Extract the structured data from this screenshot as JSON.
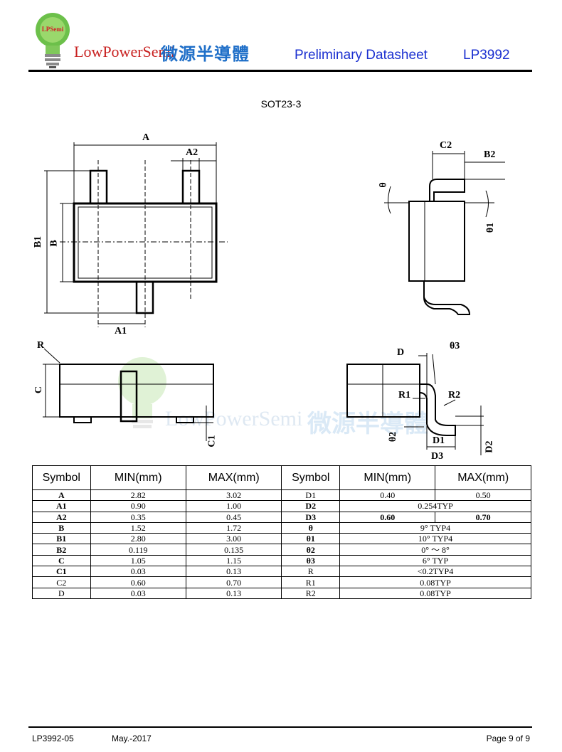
{
  "header": {
    "logo_text": "LPSemi",
    "brand": "LowPowerSemi",
    "brand_cn": "微源半導體",
    "doc_title": "Preliminary Datasheet",
    "part_no": "LP3992"
  },
  "package_title": "SOT23-3",
  "drawing_labels": {
    "A": "A",
    "A1": "A1",
    "A2": "A2",
    "B": "B",
    "B1": "B1",
    "C": "C",
    "C1": "C1",
    "C2": "C2",
    "B2": "B2",
    "R": "R",
    "D": "D",
    "D1": "D1",
    "D2": "D2",
    "D3": "D3",
    "R1": "R1",
    "R2": "R2",
    "theta": "θ",
    "theta1": "θ1",
    "theta2": "θ2",
    "theta3": "θ3"
  },
  "table": {
    "headers": [
      "Symbol",
      "MIN(mm)",
      "MAX(mm)",
      "Symbol",
      "MIN(mm)",
      "MAX(mm)"
    ],
    "rows": [
      {
        "s1": "A",
        "min1": "2.82",
        "max1": "3.02",
        "s2": "D1",
        "min2": "0.40",
        "max2": "0.50"
      },
      {
        "s1": "A1",
        "min1": "0.90",
        "max1": "1.00",
        "s2": "D2",
        "span2": "0.254TYP"
      },
      {
        "s1": "A2",
        "min1": "0.35",
        "max1": "0.45",
        "s2": "D3",
        "min2": "0.60",
        "max2": "0.70"
      },
      {
        "s1": "B",
        "min1": "1.52",
        "max1": "1.72",
        "s2": "θ",
        "span2": "9° TYP4"
      },
      {
        "s1": "B1",
        "min1": "2.80",
        "max1": "3.00",
        "s2": "θ1",
        "span2": "10° TYP4"
      },
      {
        "s1": "B2",
        "min1": "0.119",
        "max1": "0.135",
        "s2": "θ2",
        "span2": "0° ～ 8°"
      },
      {
        "s1": "C",
        "min1": "1.05",
        "max1": "1.15",
        "s2": "θ3",
        "span2": "6° TYP"
      },
      {
        "s1": "C1",
        "min1": "0.03",
        "max1": "0.13",
        "s2": "R",
        "span2": "<0.2TYP4"
      },
      {
        "s1": "C2",
        "min1": "0.60",
        "max1": "0.70",
        "s2": "R1",
        "span2": "0.08TYP"
      },
      {
        "s1": "D",
        "min1": "0.03",
        "max1": "0.13",
        "s2": "R2",
        "span2": "0.08TYP"
      }
    ]
  },
  "footer": {
    "doc_id": "LP3992-05",
    "date": "May.-2017",
    "page": "Page 9 of 9"
  }
}
